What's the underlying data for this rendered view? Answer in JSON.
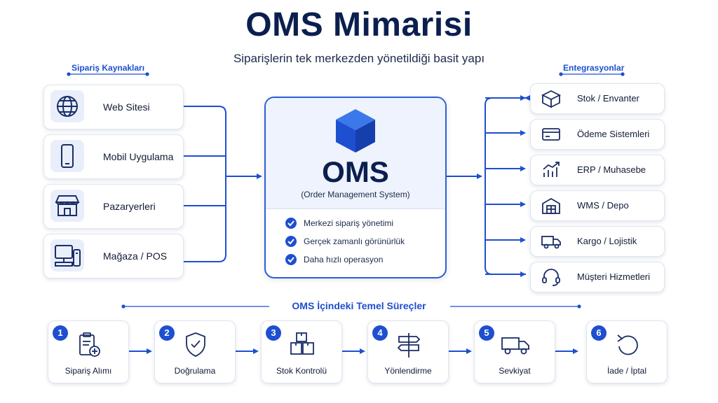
{
  "title": "OMS Mimarisi",
  "subtitle": "Siparişlerin tek merkezden yönetildiği basit yapı",
  "sources": {
    "label": "Sipariş Kaynakları",
    "items": [
      {
        "label": "Web Sitesi",
        "icon": "globe-icon"
      },
      {
        "label": "Mobil Uygulama",
        "icon": "smartphone-icon"
      },
      {
        "label": "Pazaryerleri",
        "icon": "storefront-icon"
      },
      {
        "label": "Mağaza / POS",
        "icon": "pos-terminal-icon"
      }
    ]
  },
  "oms": {
    "name": "OMS",
    "full_name": "(Order Management System)",
    "features": [
      "Merkezi sipariş yönetimi",
      "Gerçek zamanlı görünürlük",
      "Daha hızlı operasyon"
    ]
  },
  "integrations": {
    "label": "Entegrasyonlar",
    "items": [
      {
        "label": "Stok / Envanter",
        "icon": "box-icon"
      },
      {
        "label": "Ödeme Sistemleri",
        "icon": "credit-card-icon"
      },
      {
        "label": "ERP / Muhasebe",
        "icon": "growth-chart-icon"
      },
      {
        "label": "WMS / Depo",
        "icon": "warehouse-icon"
      },
      {
        "label": "Kargo / Lojistik",
        "icon": "truck-icon"
      },
      {
        "label": "Müşteri Hizmetleri",
        "icon": "headset-icon"
      }
    ]
  },
  "processes": {
    "title": "OMS İçindeki Temel Süreçler",
    "steps": [
      {
        "num": "1",
        "label": "Sipariş Alımı",
        "icon": "clipboard-add-icon"
      },
      {
        "num": "2",
        "label": "Doğrulama",
        "icon": "shield-check-icon"
      },
      {
        "num": "3",
        "label": "Stok Kontrolü",
        "icon": "stacked-boxes-icon"
      },
      {
        "num": "4",
        "label": "Yönlendirme",
        "icon": "signpost-icon"
      },
      {
        "num": "5",
        "label": "Sevkiyat",
        "icon": "truck-icon"
      },
      {
        "num": "6",
        "label": "İade / İptal",
        "icon": "return-arrow-icon"
      }
    ]
  },
  "colors": {
    "accent": "#1d4fd0",
    "title": "#0b1f4f",
    "panel": "#eef3fd"
  }
}
